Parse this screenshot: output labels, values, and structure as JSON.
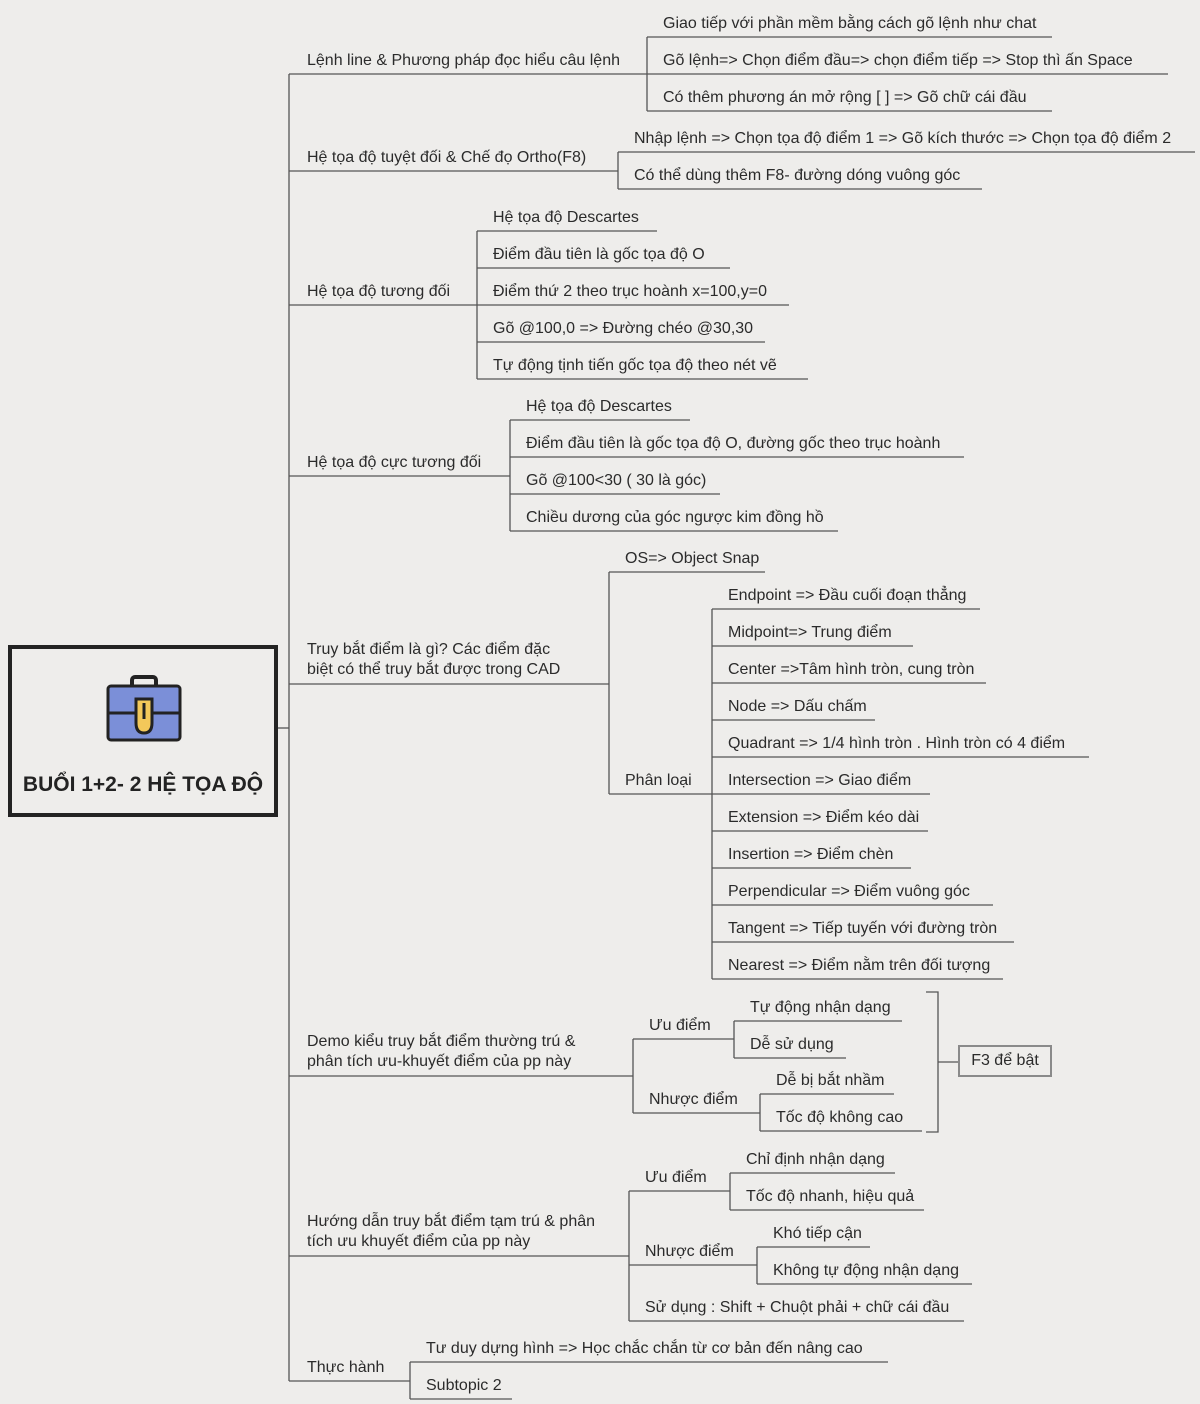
{
  "root": {
    "title": "BUỔI 1+2- 2 HỆ TỌA ĐỘ",
    "icon": "briefcase-icon"
  },
  "branches": {
    "line": {
      "label": "Lệnh line & Phương pháp đọc hiểu câu lệnh",
      "items": [
        "Giao tiếp với phần mềm bằng cách gõ lệnh như chat",
        "Gõ lệnh=> Chọn điểm đầu=> chọn điểm tiếp => Stop thì ấn Space",
        "Có thêm phương án mở rộng [ ] => Gõ chữ cái đầu"
      ]
    },
    "absolute": {
      "label": "Hệ tọa độ tuyệt đối & Chế đọ Ortho(F8)",
      "items": [
        "Nhập lệnh => Chọn tọa độ điểm 1 => Gõ kích thước => Chọn tọa độ điểm 2",
        "Có thể dùng thêm F8- đường dóng vuông góc"
      ]
    },
    "relative": {
      "label": "Hệ tọa độ tương đối",
      "items": [
        "Hệ tọa độ Descartes",
        "Điểm đầu tiên là gốc tọa độ O",
        "Điểm thứ 2 theo trục hoành x=100,y=0",
        "Gõ @100,0 => Đường chéo @30,30",
        "Tự động tịnh tiến gốc tọa độ theo nét vẽ"
      ]
    },
    "polar": {
      "label": "Hệ tọa độ cực tương đối",
      "items": [
        "Hệ tọa độ Descartes",
        "Điểm đầu tiên là gốc tọa độ O, đường gốc theo trục hoành",
        "Gõ @100<30 ( 30 là góc)",
        "Chiều dương của góc ngược kim đồng hồ"
      ]
    },
    "snap": {
      "label_line1": "Truy bắt điểm là gì? Các điểm đặc",
      "label_line2": "biệt có thể truy bắt được trong CAD",
      "os": "OS=> Object Snap",
      "types_label": "Phân loại",
      "types": [
        "Endpoint => Đầu cuối đoạn thẳng",
        "Midpoint=> Trung điểm",
        "Center =>Tâm hình tròn, cung tròn",
        "Node => Dấu chấm",
        "Quadrant => 1/4 hình tròn . Hình tròn có 4 điểm",
        "Intersection => Giao điểm",
        "Extension => Điểm kéo dài",
        "Insertion => Điểm chèn",
        "Perpendicular => Điểm vuông góc",
        "Tangent => Tiếp tuyến với đường tròn",
        "Nearest => Điểm nằm trên đối tượng"
      ]
    },
    "demo": {
      "label_line1": "Demo kiểu truy bắt điểm thường trú &",
      "label_line2": "phân tích ưu-khuyết điểm của pp này",
      "pros_label": "Ưu điểm",
      "pros": [
        "Tự động nhận dạng",
        "Dễ sử dụng"
      ],
      "cons_label": "Nhược điểm",
      "cons": [
        "Dễ bị bắt nhầm",
        "Tốc độ không cao"
      ],
      "summary": "F3 để bật"
    },
    "guide": {
      "label_line1": "Hướng dẫn truy bắt điểm tạm trú & phân",
      "label_line2": "tích ưu khuyết điểm của pp này",
      "pros_label": "Ưu điểm",
      "pros": [
        "Chỉ định nhận dạng",
        "Tốc độ nhanh, hiệu quả"
      ],
      "cons_label": "Nhược điểm",
      "cons": [
        "Khó tiếp cận",
        "Không tự động nhận dạng"
      ],
      "usage": "Sử dụng : Shift + Chuột phải + chữ cái đầu"
    },
    "practice": {
      "label": "Thực hành",
      "items": [
        "Tư duy dựng hình => Học chắc chắn từ cơ bản đến nâng cao",
        "Subtopic 2"
      ]
    }
  },
  "colors": {
    "background": "#eeedeb",
    "line": "#555555",
    "text": "#2b2b2b",
    "root_border": "#232323",
    "icon_fill": "#7b8fd8",
    "icon_accent": "#f3c85a"
  }
}
